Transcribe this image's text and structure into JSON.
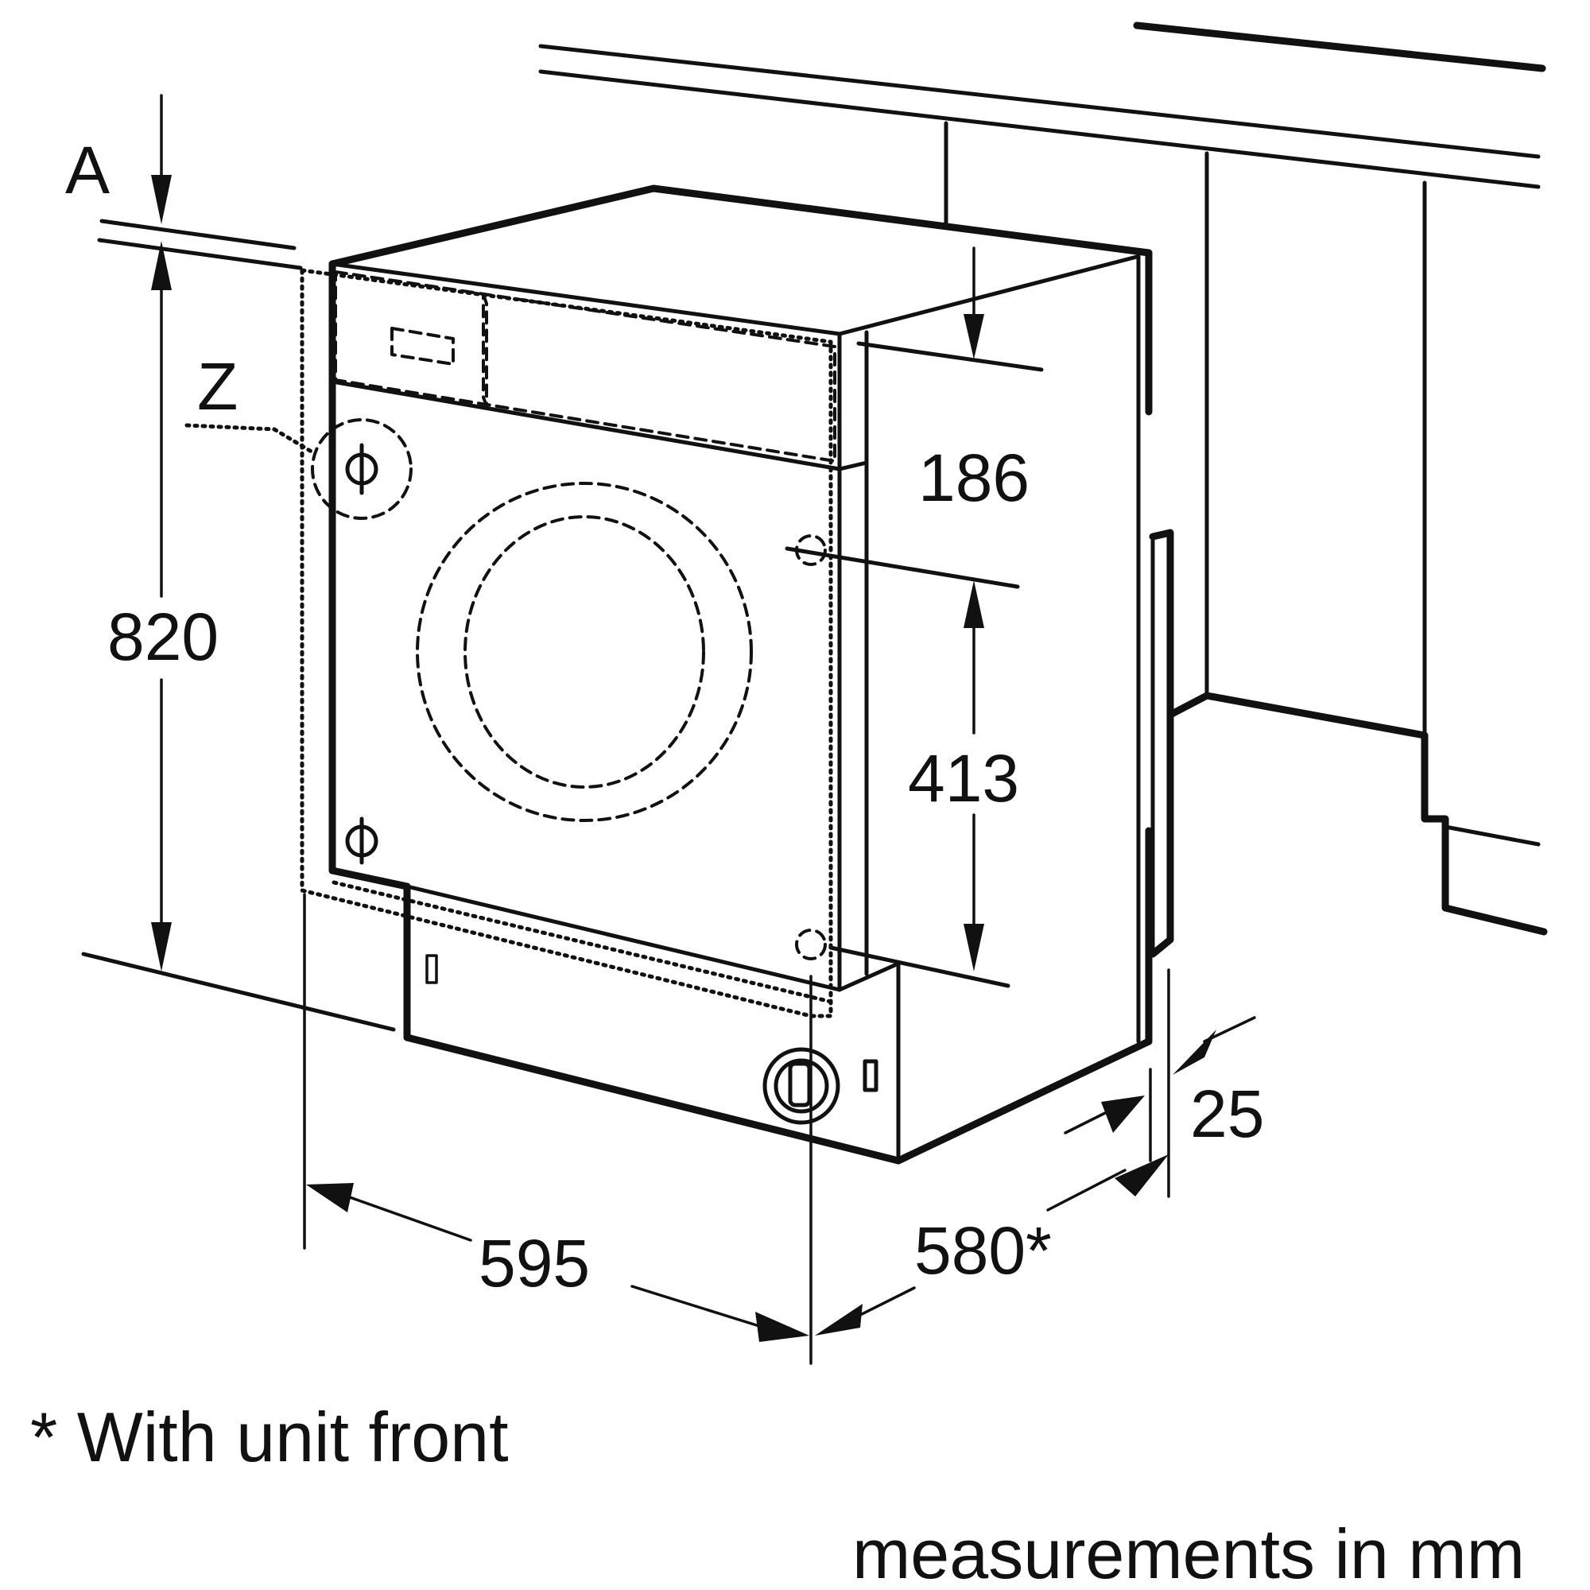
{
  "labels": {
    "corner_a": "A",
    "corner_z": "Z",
    "height": "820",
    "top_panel": "186",
    "door_zone": "413",
    "width": "595",
    "depth": "580*",
    "gap": "25"
  },
  "footnote": "* With unit front",
  "units_note": "measurements in mm",
  "colors": {
    "line": "#111111",
    "background": "#ffffff"
  }
}
